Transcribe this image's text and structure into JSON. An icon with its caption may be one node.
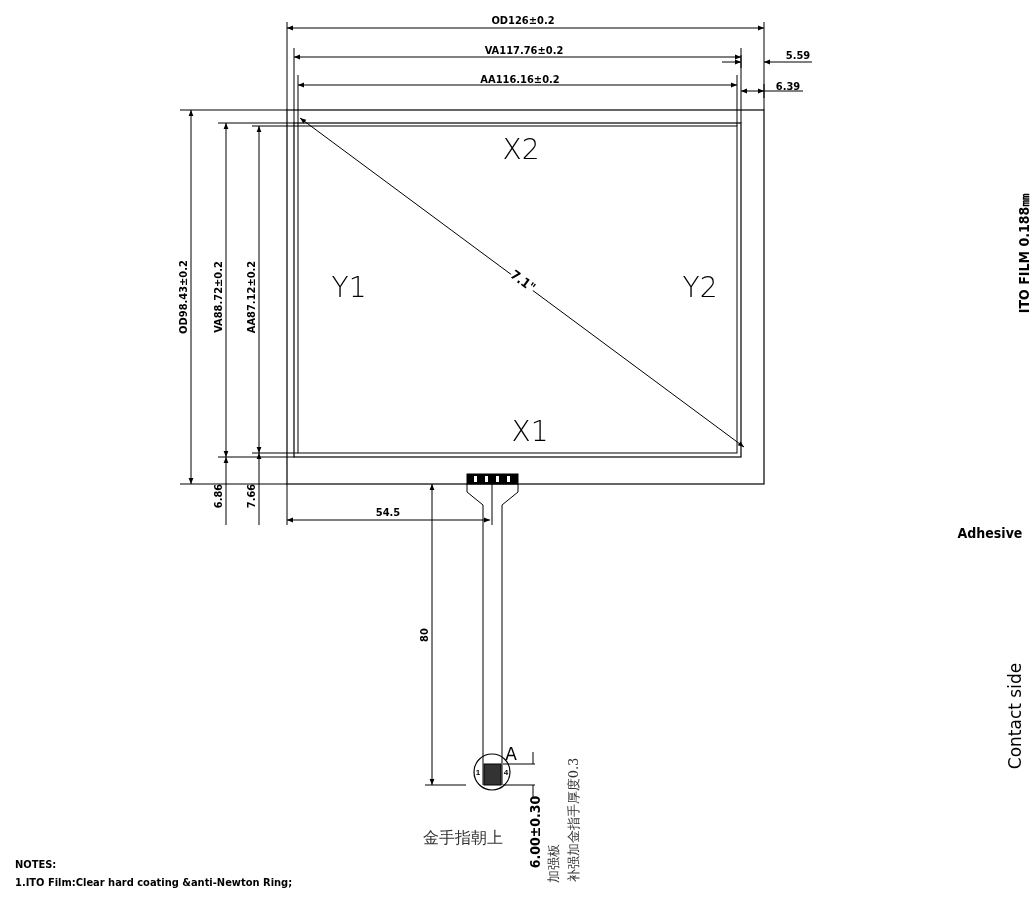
{
  "diagram": {
    "labels": [
      "OD126±0.2",
      "VA117.76±0.2",
      "5.59",
      "AA116.16±0.2",
      "6.39",
      "X2",
      "ITO FILM 0.188㎜",
      "OD98.43±0.2",
      "VA88.72±0.2",
      "AA87.12±0.2",
      "Y1",
      "7.1\"",
      "Y2",
      "X1",
      "Adhesive",
      "6.86",
      "7.66",
      "54.5",
      "80",
      "A",
      "1",
      "4",
      "6.00±0.30",
      "加强板",
      "补强加金指手厚度0.3",
      "金手指朝上",
      "Contact side",
      "NOTES:",
      "1.ITO Film:Clear hard coating &anti-Newton Ring;"
    ]
  }
}
